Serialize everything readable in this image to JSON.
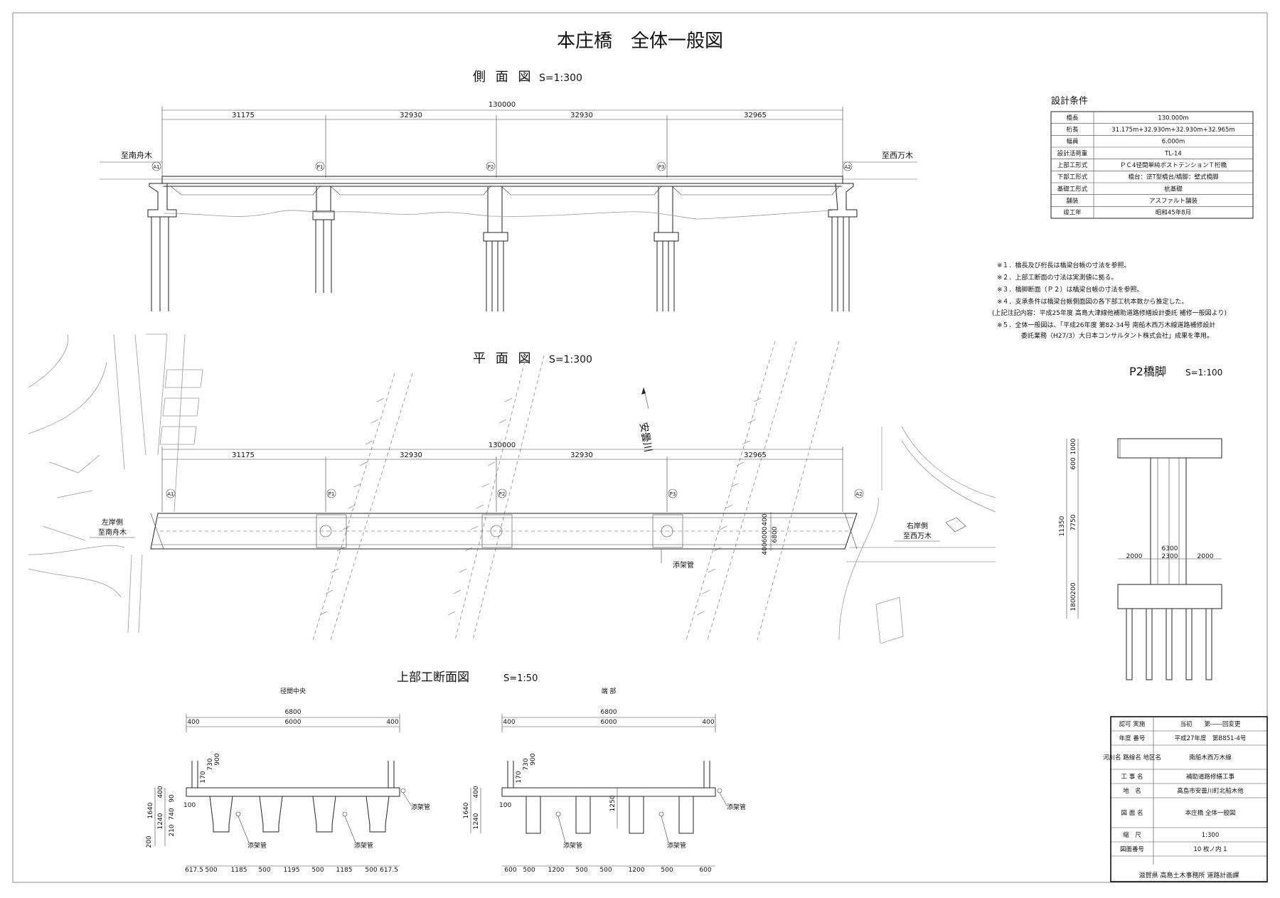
{
  "title": "本庄橋　全体一般図",
  "side_view": {
    "title": "側 面 図",
    "scale": "S=1:300",
    "total": "130000",
    "spans": [
      "31175",
      "32930",
      "32930",
      "32965"
    ],
    "left_dir": "至南舟木",
    "right_dir": "至西万木",
    "supports": [
      "A1",
      "P1",
      "P2",
      "P3",
      "A2"
    ]
  },
  "design": {
    "title": "設計条件",
    "rows": [
      {
        "k": "橋長",
        "v": "130.000m"
      },
      {
        "k": "桁長",
        "v": "31.175m+32.930m+32.930m+32.965m"
      },
      {
        "k": "幅員",
        "v": "6.000m"
      },
      {
        "k": "設計活荷重",
        "v": "TL-14"
      },
      {
        "k": "上部工形式",
        "v": "ＰＣ4径間単純ポストテンションＴ桁橋"
      },
      {
        "k": "下部工形式",
        "v": "橋台：逆T型橋台/橋脚：壁式橋脚"
      },
      {
        "k": "基礎工形式",
        "v": "杭基礎"
      },
      {
        "k": "舗装",
        "v": "アスファルト舗装"
      },
      {
        "k": "竣工年",
        "v": "昭和45年8月"
      }
    ]
  },
  "notes": [
    "※１．橋長及び桁長は橋梁台帳の寸法を参照。",
    "※２．上部工断面の寸法は実測値に拠る。",
    "※３．橋脚断面（Ｐ２）は橋梁台帳の寸法を参照。",
    "※４．支承条件は橋梁台帳側面図の各下部工杭本数から推定した。",
    "(上記注記内容：平成25年度 高島大津線他補助道路修繕設計委託 補修一般図より)",
    "※５．全体一般図は、「平成26年度 第82-34号 南船木西万木線道路補修設計",
    "委託業務（H27/3）大日本コンサルタント株式会社」成果を準用。"
  ],
  "plan_view": {
    "title": "平 面 図",
    "scale": "S=1:300",
    "total": "130000",
    "spans": [
      "31175",
      "32930",
      "32930",
      "32965"
    ],
    "river": "安曇川",
    "left_bank": "左岸側",
    "left_dir": "至南舟木",
    "right_bank": "右岸側",
    "right_dir": "至西万木",
    "pipe": "添架管",
    "width_dims": [
      "400",
      "6000",
      "400",
      "6800"
    ]
  },
  "pier": {
    "title": "P2橋脚",
    "scale": "S=1:100",
    "dims_v": [
      "1000",
      "600",
      "7750",
      "200",
      "1800"
    ],
    "total_v": "11350",
    "top_width": "6300",
    "widths": [
      "2000",
      "2300",
      "2000"
    ]
  },
  "cross": {
    "title": "上部工断面図",
    "scale": "S=1:50",
    "mid": {
      "label": "径間中央",
      "total": "6800",
      "inner": "6000",
      "edge": [
        "400",
        "400"
      ],
      "v": [
        "1640",
        "1240",
        "400",
        "200",
        "210",
        "740",
        "90"
      ],
      "rail": [
        "170",
        "730",
        "900"
      ],
      "web": "100",
      "bottom": [
        "617.5",
        "500",
        "1185",
        "500",
        "1195",
        "500",
        "1185",
        "500",
        "617.5"
      ],
      "pipe": "添架管"
    },
    "end": {
      "label": "端 部",
      "total": "6800",
      "inner": "6000",
      "edge": [
        "400",
        "400"
      ],
      "v": [
        "1640",
        "1240",
        "400",
        "1250"
      ],
      "rail": [
        "170",
        "730",
        "900"
      ],
      "web": "100",
      "bottom": [
        "600",
        "500",
        "1200",
        "500",
        "500",
        "1200",
        "500",
        "600"
      ],
      "pipe": "添架管"
    }
  },
  "titleblock": {
    "rows": [
      {
        "k": "認可 実施",
        "v": "当初　　第――回変更"
      },
      {
        "k": "年度 番号",
        "v": "平成27年度　第B851-4号"
      },
      {
        "k": "河川名 路線名 地区名",
        "v": "南船木西万木線"
      },
      {
        "k": "工 事 名",
        "v": "補助道路修繕工事"
      },
      {
        "k": "地　名",
        "v": "高島市安曇川町北船木他"
      },
      {
        "k": "図 面 名",
        "v": "本庄橋 全体一般図"
      },
      {
        "k": "縮　尺",
        "v": "1:300"
      },
      {
        "k": "図面番号",
        "v": "10 枚ノ内 1"
      }
    ],
    "office": "滋賀県 高島土木事務所 道路計画課"
  }
}
